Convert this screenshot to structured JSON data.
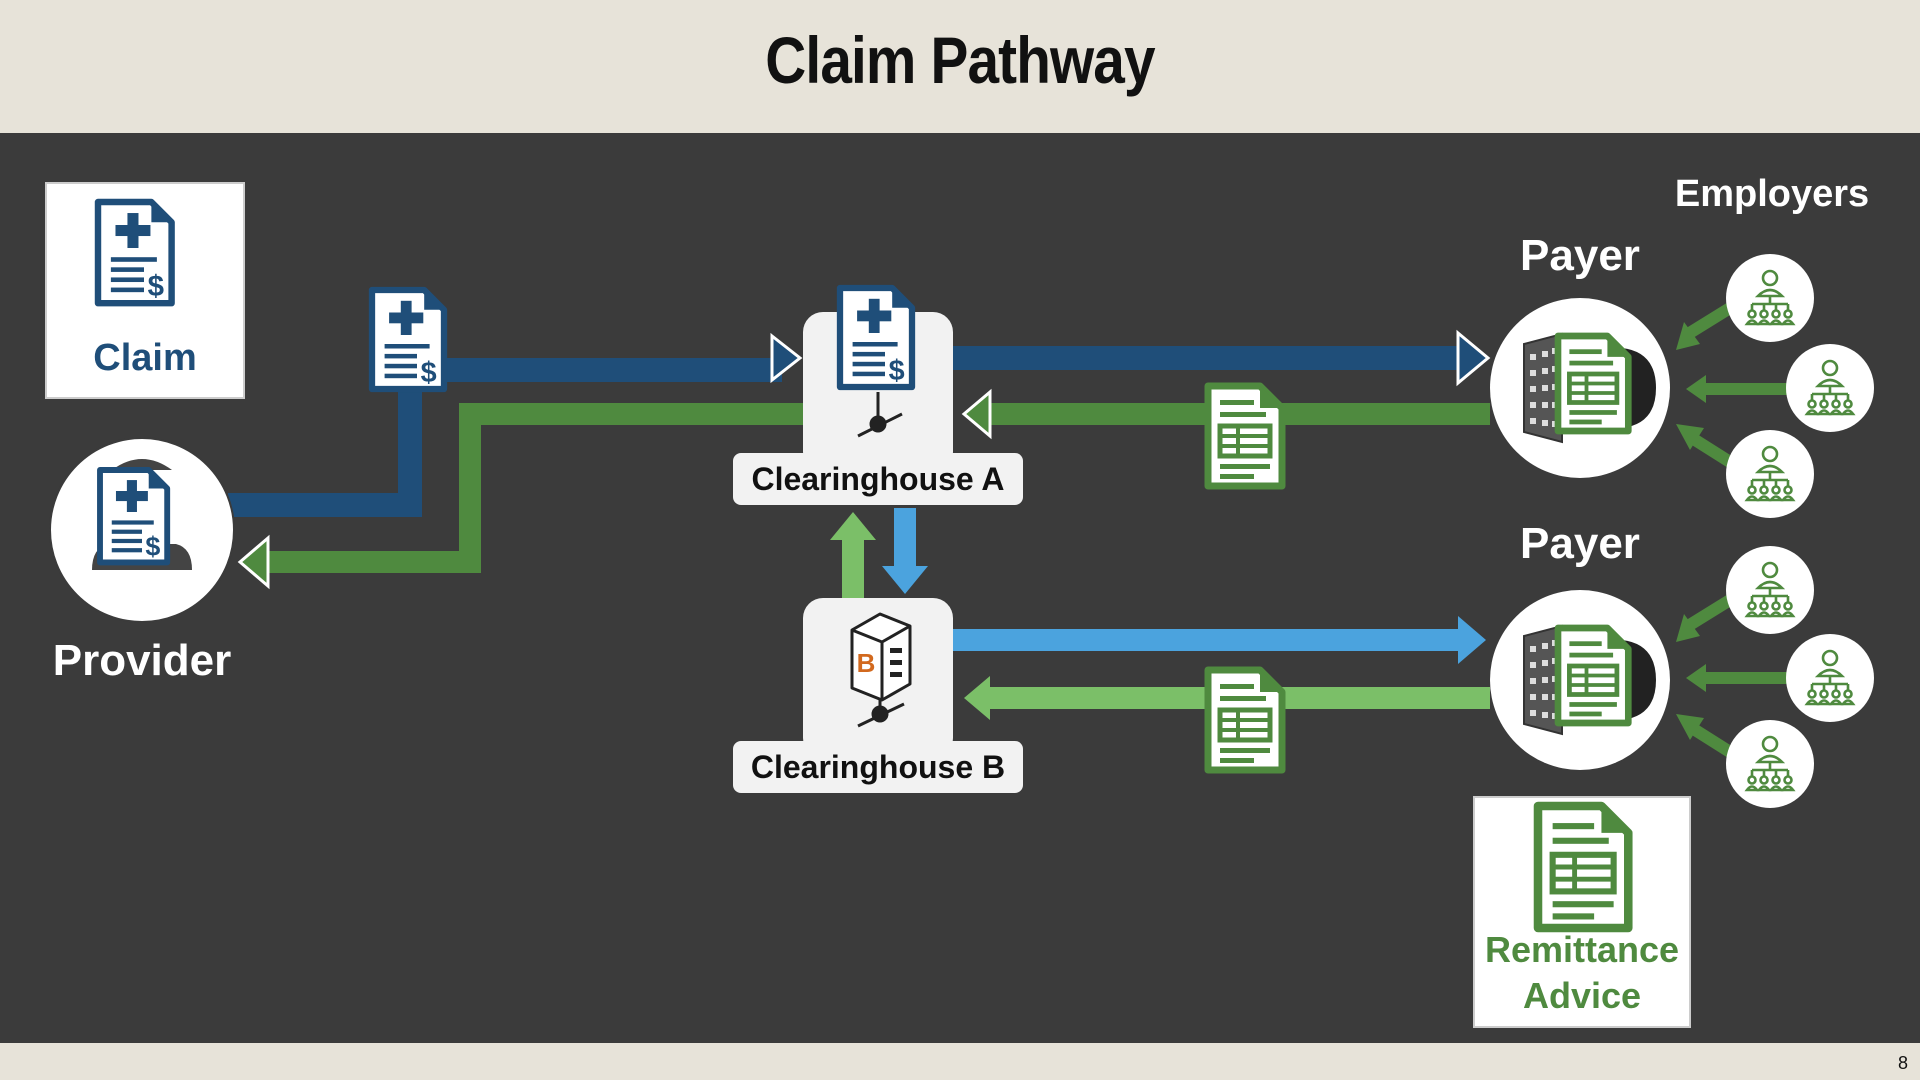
{
  "slide": {
    "title": "Claim Pathway",
    "page_number": "8"
  },
  "nodes": {
    "claim_label": "Claim",
    "provider_label": "Provider",
    "clearinghouse_a_label": "Clearinghouse A",
    "clearinghouse_b_label": "Clearinghouse B",
    "payer_top_label": "Payer",
    "payer_bottom_label": "Payer",
    "employers_label": "Employers",
    "remittance_line1": "Remittance",
    "remittance_line2": "Advice",
    "server_b_letter": "B"
  },
  "colors": {
    "claim_blue": "#1f4e79",
    "remit_green": "#4f8a3f",
    "light_blue": "#4ba3de",
    "light_green": "#7bbf68",
    "dark_bg": "#3b3b3b",
    "header_bg": "#e7e3d9"
  }
}
